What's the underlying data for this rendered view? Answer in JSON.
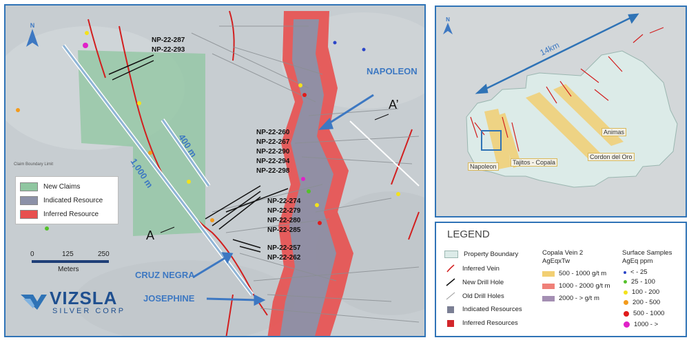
{
  "main_map": {
    "north_label": "N",
    "hole_groups": [
      [
        "NP-22-287",
        "NP-22-293"
      ],
      [
        "NP-22-260",
        "NP-22-267",
        "NP-22-290",
        "NP-22-294",
        "NP-22-298"
      ],
      [
        "NP-22-274",
        "NP-22-279",
        "NP-22-280",
        "NP-22-285"
      ],
      [
        "NP-22-257",
        "NP-22-262"
      ]
    ],
    "areas": {
      "napoleon": "NAPOLEON",
      "cruz_negra": "CRUZ NEGRA",
      "josephine": "JOSEPHINE"
    },
    "section_labels": {
      "a": "A",
      "a_prime": "A’"
    },
    "distances": {
      "short": "400 m",
      "long": "1,000 m"
    },
    "claim_boundary_text": "Claim Boundary Limit",
    "key": [
      {
        "label": "New Claims",
        "color": "#8fc6a0"
      },
      {
        "label": "Indicated Resource",
        "color": "#8c91a8"
      },
      {
        "label": "Inferred Resource",
        "color": "#e8504f"
      }
    ],
    "scale": {
      "ticks": [
        "0",
        "125",
        "250"
      ],
      "unit": "Meters"
    },
    "logo": {
      "name": "VIZSLA",
      "sub": "SILVER CORP"
    }
  },
  "inset_map": {
    "north_label": "N",
    "distance": "14km",
    "labels": [
      "Napoleon",
      "Tajitos - Copala",
      "Cordon del Oro",
      "Animas"
    ]
  },
  "legend": {
    "title": "LEGEND",
    "items": [
      {
        "label": "Property Boundary",
        "icon": "property-boundary-icon"
      },
      {
        "label": "Inferred Vein",
        "icon": "inferred-vein-icon"
      },
      {
        "label": "New Drill Hole",
        "icon": "new-drill-hole-icon"
      },
      {
        "label": "Old Drill Holes",
        "icon": "old-drill-holes-icon"
      },
      {
        "label": "Indicated Resources",
        "icon": "indicated-resources-icon"
      },
      {
        "label": "Inferred Resources",
        "icon": "inferred-resources-icon"
      }
    ],
    "copala": {
      "title": "Copala Vein 2",
      "unit": "AgEqxTw",
      "items": [
        {
          "label": "500 - 1000 g/t m",
          "color": "#f2cf73"
        },
        {
          "label": "1000 - 2000 g/t m",
          "color": "#ef8078"
        },
        {
          "label": "2000 - > g/t m",
          "color": "#a48fb3"
        }
      ]
    },
    "surface": {
      "title": "Surface Samples",
      "unit": "AgEq ppm",
      "items": [
        {
          "label": "< - 25",
          "color": "#2b45c8"
        },
        {
          "label": "25 - 100",
          "color": "#54c12a"
        },
        {
          "label": "100 - 200",
          "color": "#f3e21b"
        },
        {
          "label": "200 - 500",
          "color": "#f39b1c"
        },
        {
          "label": "500 - 1000",
          "color": "#e11b1b"
        },
        {
          "label": "1000 - >",
          "color": "#e021c8"
        }
      ]
    }
  }
}
